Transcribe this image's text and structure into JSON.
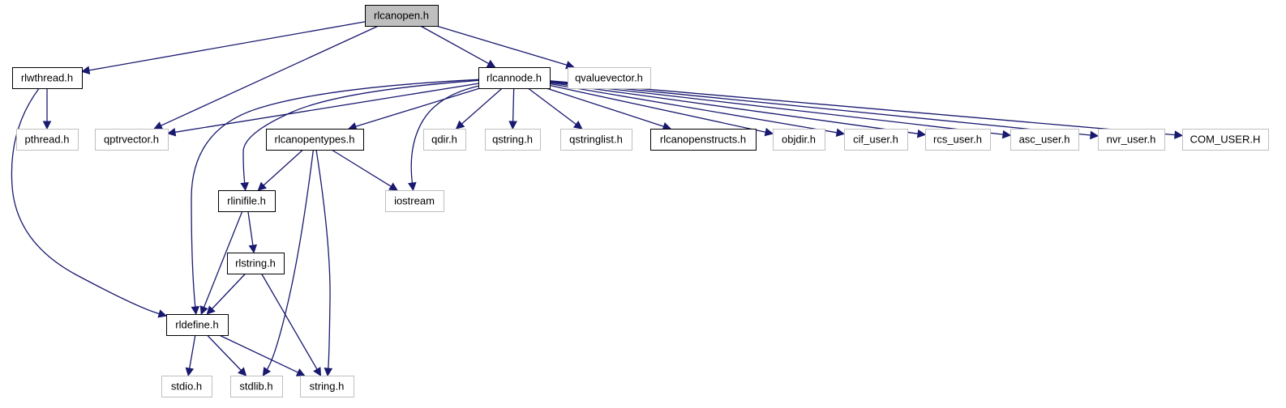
{
  "graph": {
    "nodes": [
      {
        "id": "rlcanopen",
        "label": "rlcanopen.h",
        "kind": "root"
      },
      {
        "id": "rlwthread",
        "label": "rlwthread.h",
        "kind": "internal"
      },
      {
        "id": "rlcannode",
        "label": "rlcannode.h",
        "kind": "internal"
      },
      {
        "id": "qvaluevector",
        "label": "qvaluevector.h",
        "kind": "external"
      },
      {
        "id": "pthread",
        "label": "pthread.h",
        "kind": "external"
      },
      {
        "id": "qptrvector",
        "label": "qptrvector.h",
        "kind": "external"
      },
      {
        "id": "rlcanopentypes",
        "label": "rlcanopentypes.h",
        "kind": "internal"
      },
      {
        "id": "qdir",
        "label": "qdir.h",
        "kind": "external"
      },
      {
        "id": "qstring",
        "label": "qstring.h",
        "kind": "external"
      },
      {
        "id": "qstringlist",
        "label": "qstringlist.h",
        "kind": "external"
      },
      {
        "id": "rlcanopenstructs",
        "label": "rlcanopenstructs.h",
        "kind": "internal"
      },
      {
        "id": "objdir",
        "label": "objdir.h",
        "kind": "external"
      },
      {
        "id": "cif_user",
        "label": "cif_user.h",
        "kind": "external"
      },
      {
        "id": "rcs_user",
        "label": "rcs_user.h",
        "kind": "external"
      },
      {
        "id": "asc_user",
        "label": "asc_user.h",
        "kind": "external"
      },
      {
        "id": "nvr_user",
        "label": "nvr_user.h",
        "kind": "external"
      },
      {
        "id": "com_user",
        "label": "COM_USER.H",
        "kind": "external"
      },
      {
        "id": "rlinifile",
        "label": "rlinifile.h",
        "kind": "internal"
      },
      {
        "id": "iostream",
        "label": "iostream",
        "kind": "external"
      },
      {
        "id": "rlstring",
        "label": "rlstring.h",
        "kind": "internal"
      },
      {
        "id": "rldefine",
        "label": "rldefine.h",
        "kind": "internal"
      },
      {
        "id": "stdio",
        "label": "stdio.h",
        "kind": "external"
      },
      {
        "id": "stdlib",
        "label": "stdlib.h",
        "kind": "external"
      },
      {
        "id": "string",
        "label": "string.h",
        "kind": "external"
      }
    ],
    "edges": [
      [
        "rlcanopen",
        "rlwthread"
      ],
      [
        "rlcanopen",
        "qptrvector"
      ],
      [
        "rlcanopen",
        "rlcannode"
      ],
      [
        "rlcanopen",
        "qvaluevector"
      ],
      [
        "rlwthread",
        "pthread"
      ],
      [
        "rlwthread",
        "rldefine"
      ],
      [
        "rlcannode",
        "qptrvector"
      ],
      [
        "rlcannode",
        "rldefine"
      ],
      [
        "rlcannode",
        "rlinifile"
      ],
      [
        "rlcannode",
        "rlcanopentypes"
      ],
      [
        "rlcannode",
        "iostream"
      ],
      [
        "rlcannode",
        "qdir"
      ],
      [
        "rlcannode",
        "qstring"
      ],
      [
        "rlcannode",
        "qstringlist"
      ],
      [
        "rlcannode",
        "rlcanopenstructs"
      ],
      [
        "rlcannode",
        "objdir"
      ],
      [
        "rlcannode",
        "cif_user"
      ],
      [
        "rlcannode",
        "rcs_user"
      ],
      [
        "rlcannode",
        "asc_user"
      ],
      [
        "rlcannode",
        "nvr_user"
      ],
      [
        "rlcannode",
        "com_user"
      ],
      [
        "rlcanopentypes",
        "rlinifile"
      ],
      [
        "rlcanopentypes",
        "iostream"
      ],
      [
        "rlcanopentypes",
        "stdlib"
      ],
      [
        "rlcanopentypes",
        "string"
      ],
      [
        "rlinifile",
        "rlstring"
      ],
      [
        "rlinifile",
        "rldefine"
      ],
      [
        "rlstring",
        "rldefine"
      ],
      [
        "rlstring",
        "string"
      ],
      [
        "rldefine",
        "stdio"
      ],
      [
        "rldefine",
        "stdlib"
      ],
      [
        "rldefine",
        "string"
      ]
    ]
  },
  "colors": {
    "edge": "#191970",
    "internal_border": "#000000",
    "external_border": "#bfbfbf",
    "root_fill": "#bfbfbf"
  }
}
